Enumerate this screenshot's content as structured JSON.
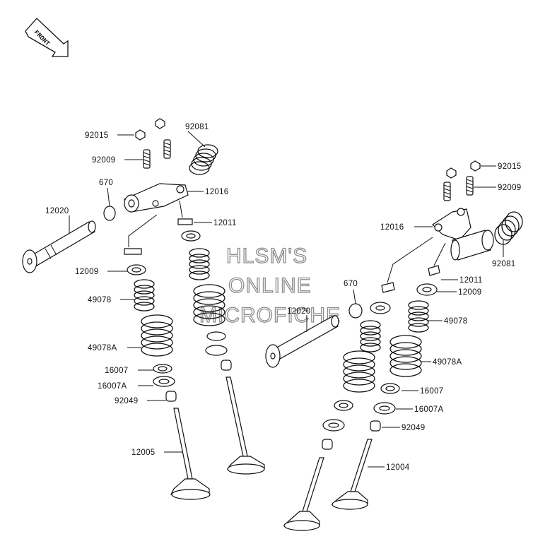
{
  "direction_badge": "FRONT",
  "watermark": [
    "HLSM'S",
    "ONLINE",
    "MICROFICHE"
  ],
  "labels": {
    "l92015": "92015",
    "l92081": "92081",
    "l92009": "92009",
    "l670": "670",
    "l12016": "12016",
    "l12020": "12020",
    "l12011": "12011",
    "l12009": "12009",
    "l49078": "49078",
    "l49078A": "49078A",
    "l16007": "16007",
    "l16007A": "16007A",
    "l92049": "92049",
    "l12005": "12005",
    "r92015": "92015",
    "r92009": "92009",
    "r12016": "12016",
    "r92081": "92081",
    "r12011": "12011",
    "r670": "670",
    "r12009": "12009",
    "r12020": "12020",
    "r49078": "49078",
    "r49078A": "49078A",
    "r16007": "16007",
    "r16007A": "16007A",
    "r92049": "92049",
    "r12004": "12004"
  }
}
